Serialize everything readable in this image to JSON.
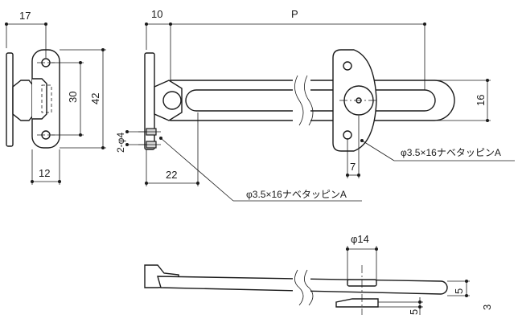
{
  "labels": {
    "d17": "17",
    "d10": "10",
    "dP": "P",
    "d30": "30",
    "d42": "42",
    "d12": "12",
    "d22": "22",
    "d16": "16",
    "d7": "7",
    "hole_2phi4": "2-φ4",
    "screw_a": "φ3.5×16ナベタッピンA",
    "screw_b": "φ3.5×16ナベタッピンA",
    "d_phi14": "φ14",
    "d5a": "5",
    "d5b": "5",
    "d3": "3"
  }
}
